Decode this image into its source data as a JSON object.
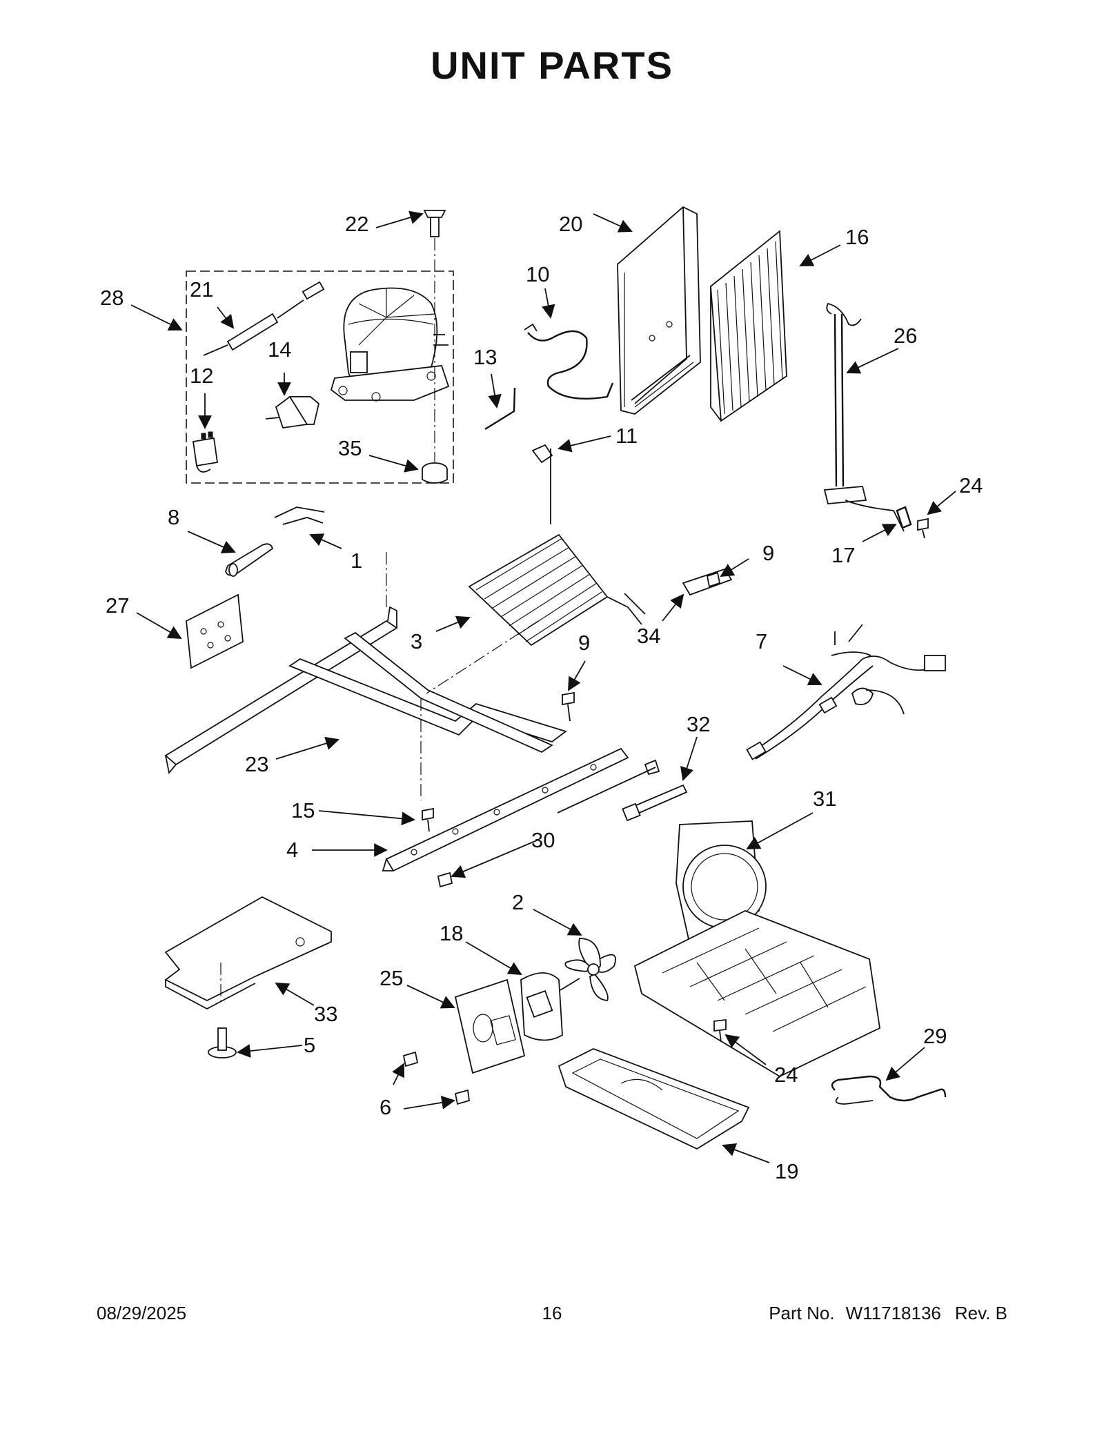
{
  "title": "UNIT PARTS",
  "footer": {
    "date": "08/29/2025",
    "page": "16",
    "part_label": "Part No.",
    "part_number": "W11718136",
    "rev": "Rev. B"
  },
  "callouts": [
    "22",
    "20",
    "16",
    "28",
    "21",
    "10",
    "26",
    "14",
    "13",
    "12",
    "35",
    "11",
    "24",
    "8",
    "1",
    "9",
    "17",
    "27",
    "3",
    "34",
    "7",
    "9",
    "32",
    "23",
    "15",
    "31",
    "4",
    "30",
    "2",
    "18",
    "25",
    "33",
    "29",
    "5",
    "24",
    "6",
    "19"
  ]
}
